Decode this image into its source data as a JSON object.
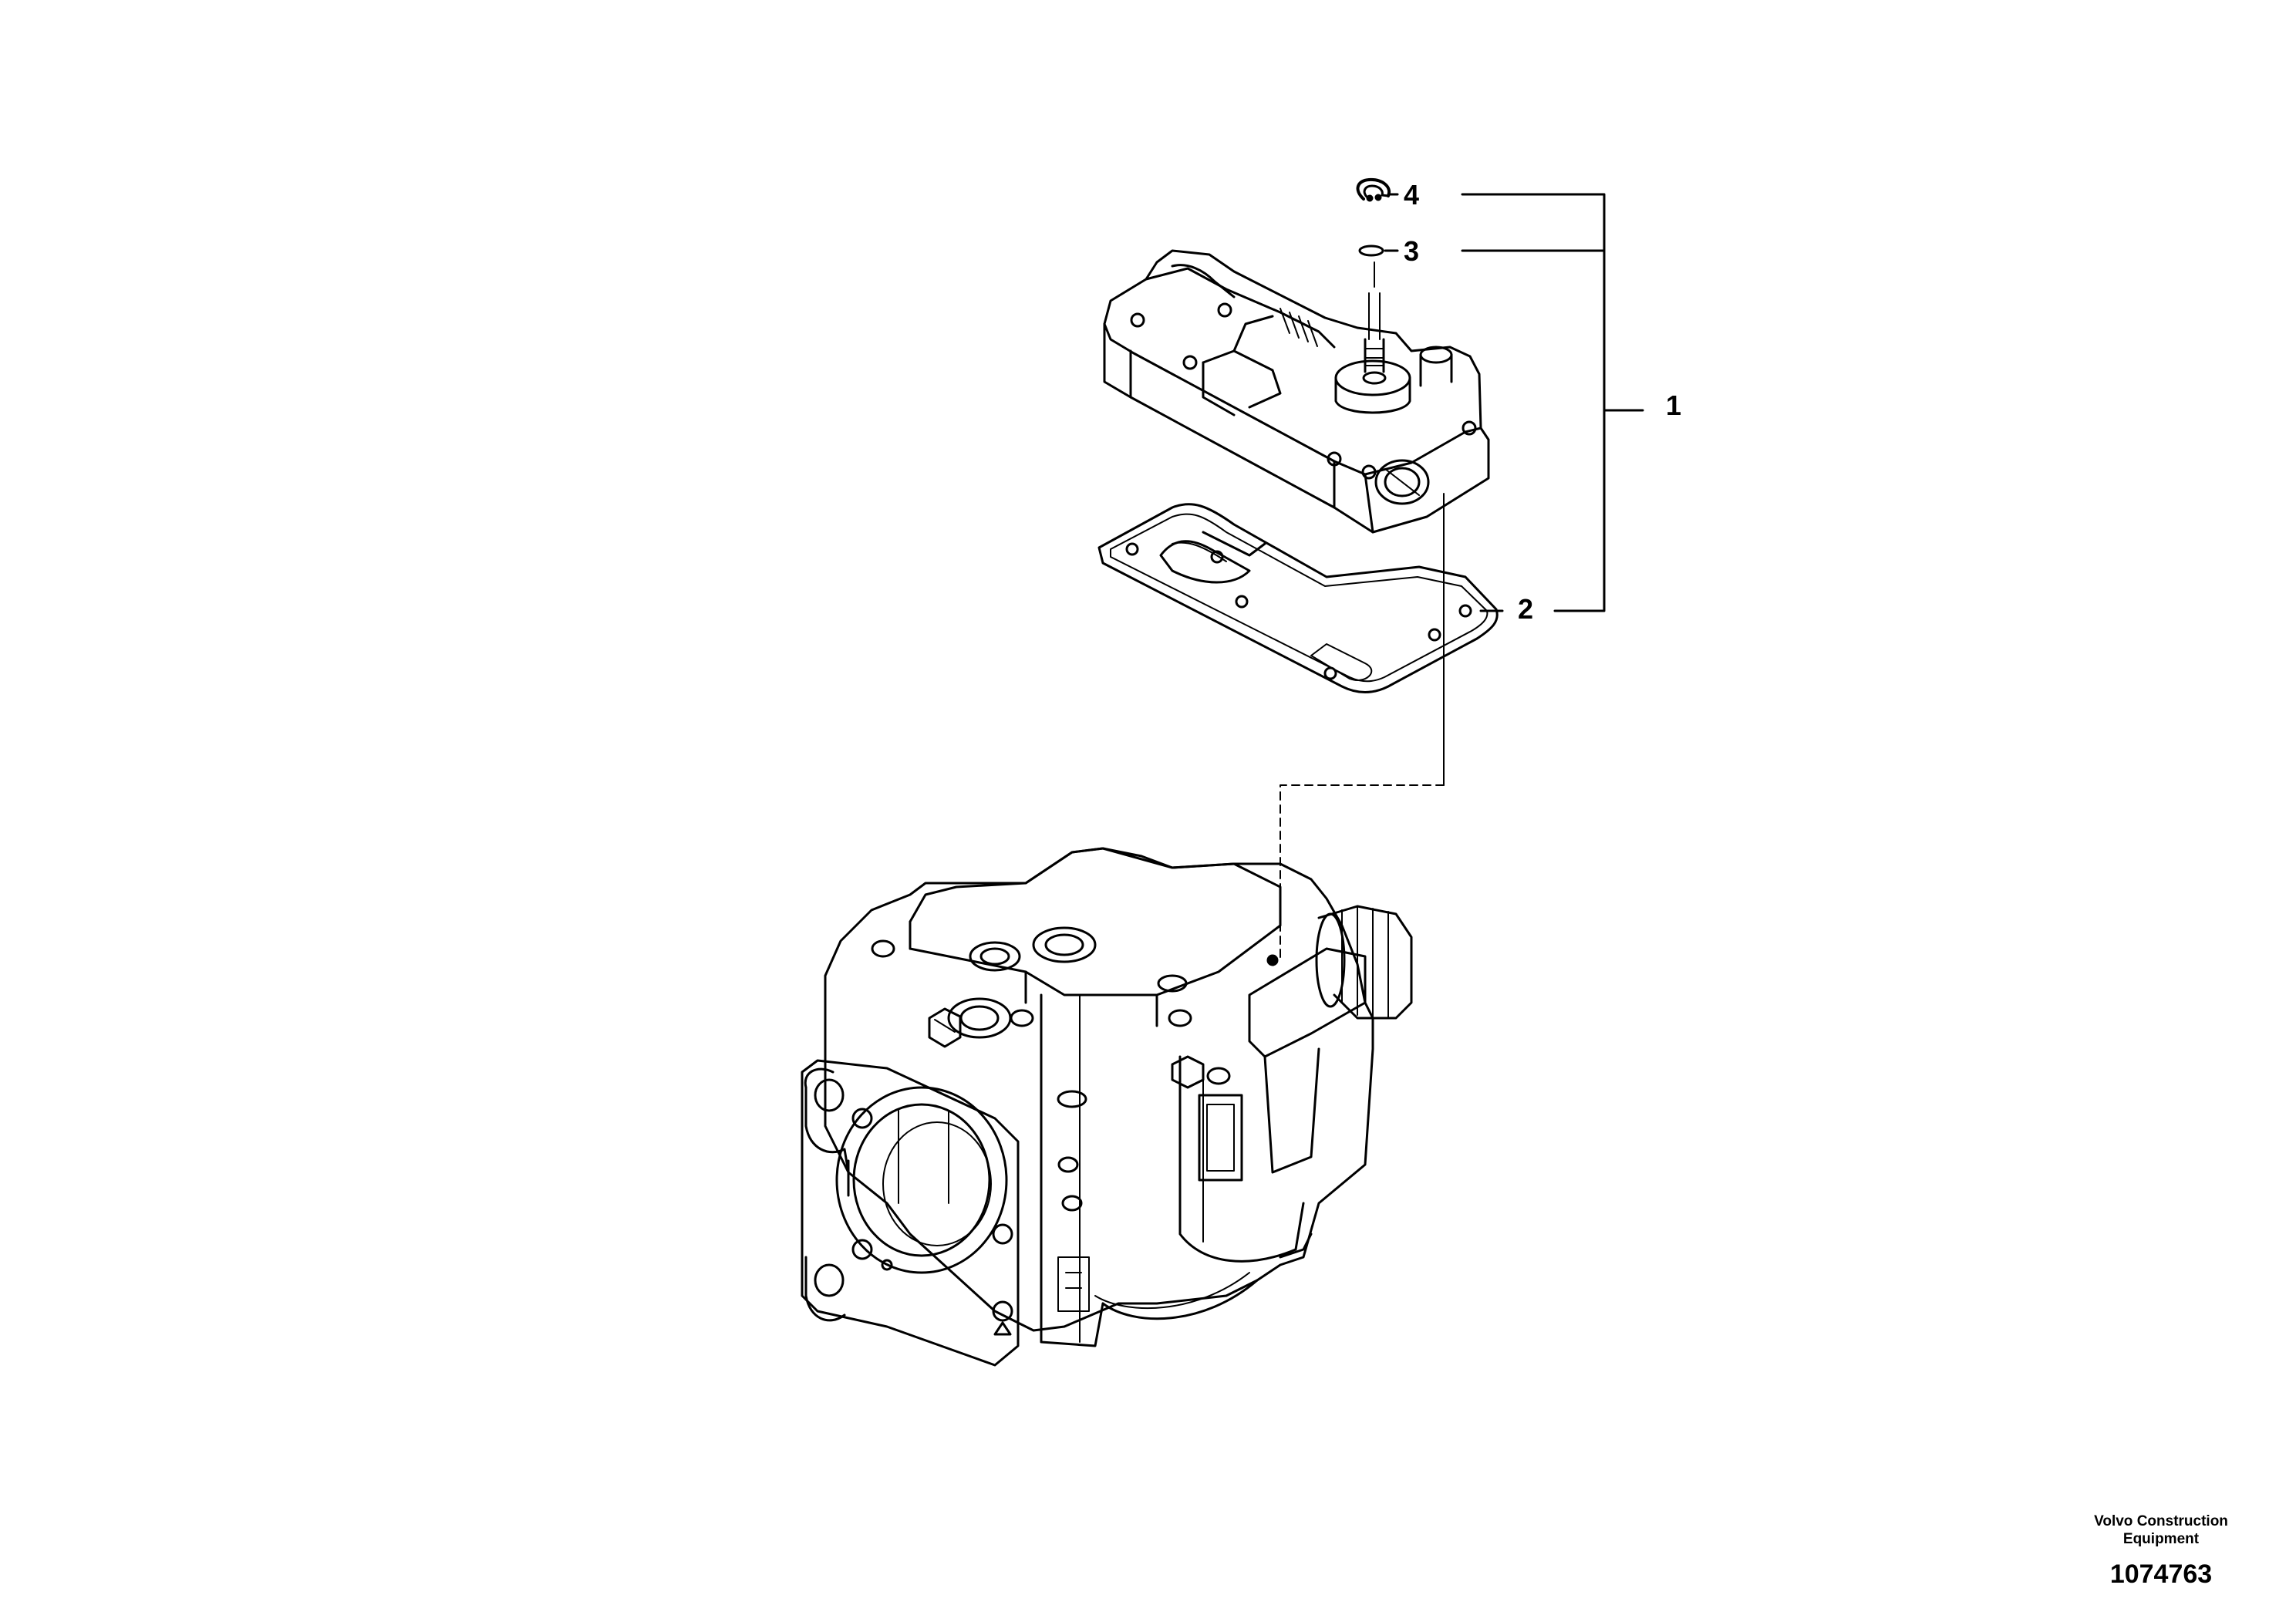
{
  "callouts": [
    {
      "id": "4",
      "label": "4"
    },
    {
      "id": "3",
      "label": "3"
    },
    {
      "id": "1",
      "label": "1"
    },
    {
      "id": "2",
      "label": "2"
    }
  ],
  "footer": {
    "company": "Volvo Construction Equipment",
    "figure_number": "1074763"
  },
  "colors": {
    "line": "#000000",
    "background": "#ffffff"
  },
  "icons": [
    "circlip-icon",
    "o-ring-icon"
  ]
}
